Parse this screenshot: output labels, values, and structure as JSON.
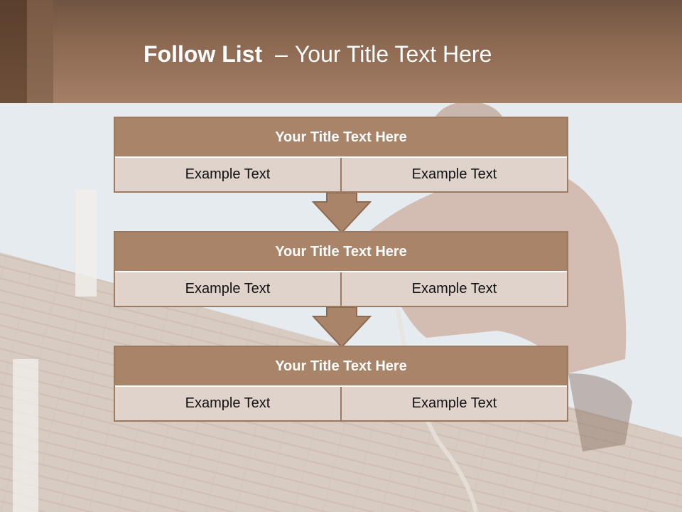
{
  "slide": {
    "title_bold": "Follow List",
    "title_dash": "–",
    "title_rest": "Your Title Text Here"
  },
  "flow": {
    "boxes": [
      {
        "title": "Your Title Text Here",
        "left": "Example Text",
        "right": "Example Text"
      },
      {
        "title": "Your Title Text Here",
        "left": "Example Text",
        "right": "Example Text"
      },
      {
        "title": "Your Title Text Here",
        "left": "Example Text",
        "right": "Example Text"
      }
    ]
  },
  "colors": {
    "header": "#a57e66",
    "box_title": "#a98468",
    "box_cell": "#e0d3cc",
    "arrow": "#a98468"
  }
}
